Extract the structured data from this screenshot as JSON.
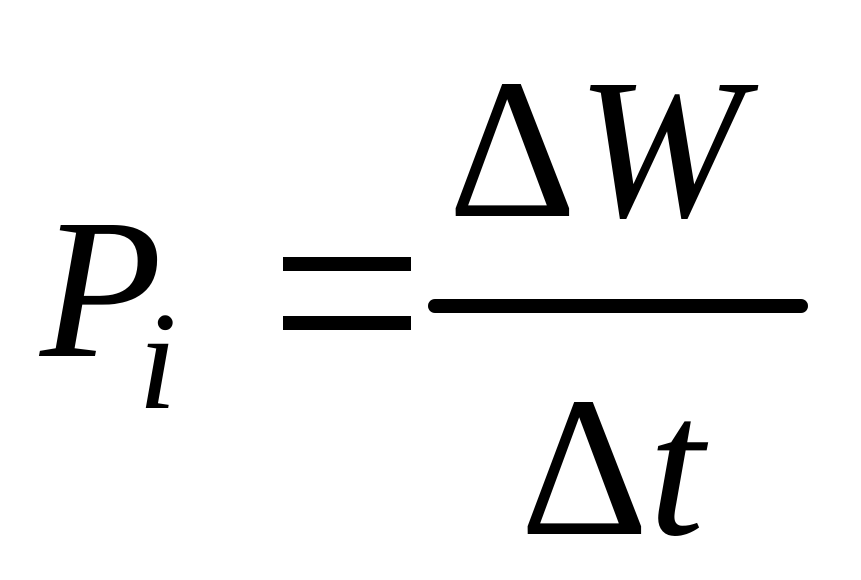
{
  "formula": {
    "lhs": {
      "symbol": "P",
      "subscript": "i"
    },
    "operator": "=",
    "rhs": {
      "numerator": {
        "delta": "Δ",
        "variable": "W"
      },
      "denominator": {
        "delta": "Δ",
        "variable": "t"
      }
    }
  }
}
